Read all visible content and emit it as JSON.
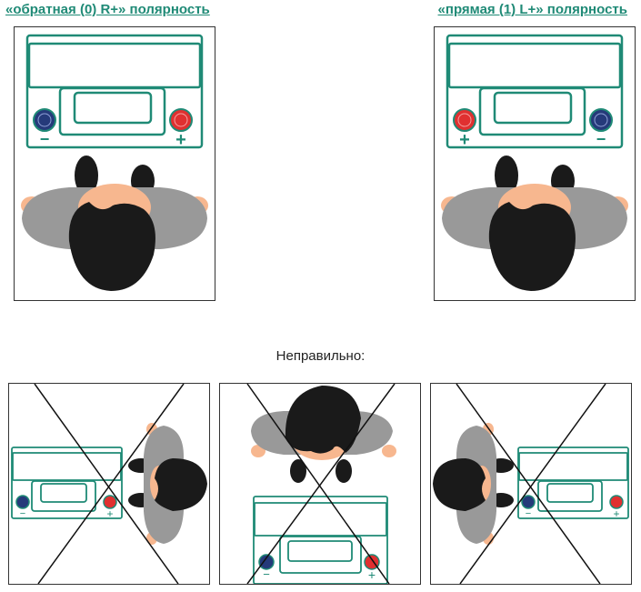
{
  "links": {
    "reverse": "«обратная (0) R+» полярность",
    "direct": "«прямая (1) L+» полярность"
  },
  "caption": "Неправильно:",
  "terminals": {
    "plus": "+",
    "minus": "−"
  },
  "colors": {
    "battery": "#1f8a76",
    "positive": "#e03030",
    "negative": "#253a7a",
    "head": "#1a1a1a",
    "skin": "#f7b78f",
    "shirt": "#999999",
    "link": "#1f8a76",
    "cross": "#111111"
  },
  "panels": [
    {
      "id": "reverse",
      "polarity": "R+",
      "orientation": "battery-top",
      "crossed": false
    },
    {
      "id": "direct",
      "polarity": "L+",
      "orientation": "battery-top",
      "crossed": false
    },
    {
      "id": "wrong-left",
      "orientation": "battery-left",
      "crossed": true
    },
    {
      "id": "wrong-below",
      "orientation": "battery-bottom",
      "crossed": true
    },
    {
      "id": "wrong-right",
      "orientation": "battery-right",
      "crossed": true
    }
  ]
}
